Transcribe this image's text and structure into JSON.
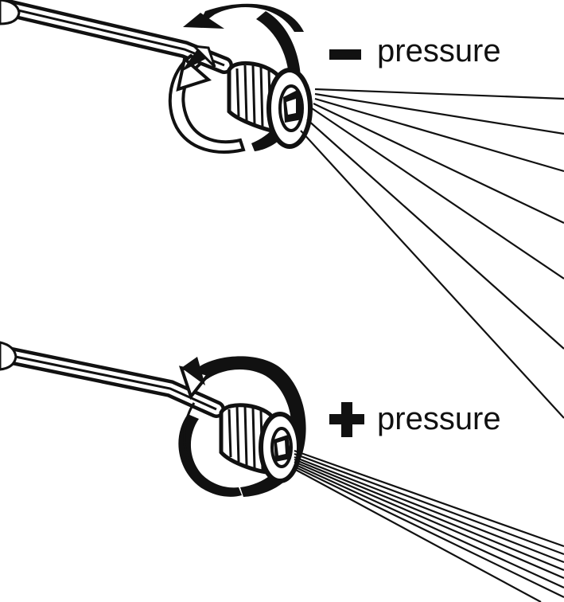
{
  "top_panel": {
    "sign": "minus-sign",
    "label": "pressure"
  },
  "bottom_panel": {
    "sign": "plus-sign",
    "label": "pressure"
  },
  "colors": {
    "ink": "#111111",
    "paper": "#ffffff"
  }
}
